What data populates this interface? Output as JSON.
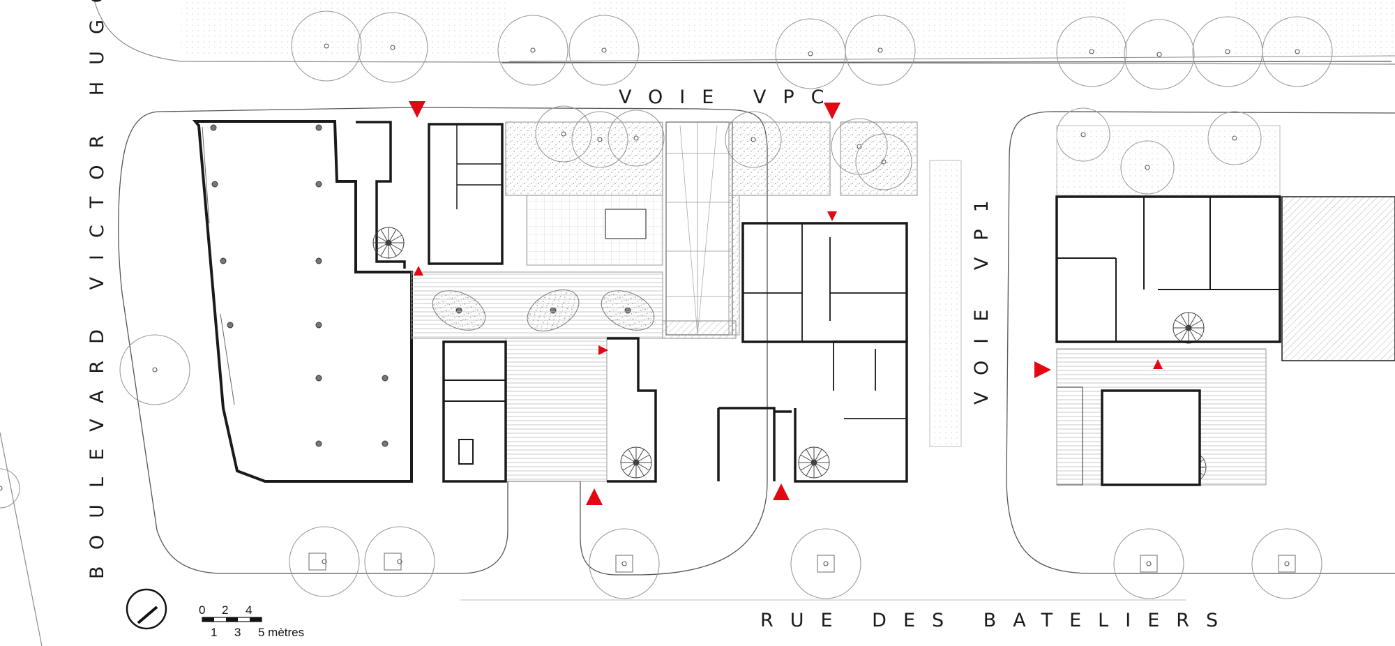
{
  "streets": {
    "north": "VOIE VPC",
    "west": "BOULEVARD VICTOR HUGO",
    "east": "VOIE VP1",
    "south": "RUE DES BATELIERS"
  },
  "scale_bar": {
    "top_ticks": [
      "0",
      "2",
      "4"
    ],
    "bottom_ticks": [
      "1",
      "3"
    ],
    "unit_label": "5 mètres"
  },
  "colors": {
    "walls": "#1a1a1a",
    "lines": "#8a8a8a",
    "hatch": "#b5b5b5",
    "entrance": "#e30613"
  },
  "icons": {
    "north_arrow": "north-arrow-icon",
    "entrance": "entrance-triangle-icon"
  }
}
